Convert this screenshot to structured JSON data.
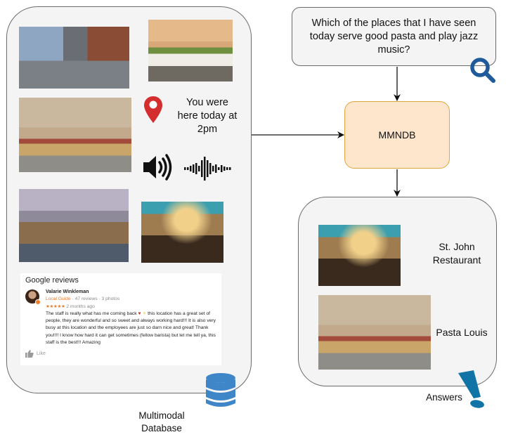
{
  "query": {
    "text": "Which of the places that I have seen today serve good pasta and play jazz music?",
    "icon": "search-icon"
  },
  "engine": {
    "label": "MMNDB"
  },
  "database": {
    "label": "Multimodal Database",
    "icon": "database-icon",
    "photos": [
      {
        "name": "street-with-cars-photo"
      },
      {
        "name": "rome-outdoor-restaurant-photo"
      },
      {
        "name": "pasta-louis-corner-photo"
      },
      {
        "name": "beer-garden-patio-photo"
      },
      {
        "name": "st-john-courtyard-photo"
      }
    ],
    "location": {
      "icon": "location-pin-icon",
      "text": "You were here today at 2pm"
    },
    "audio": {
      "speaker_icon": "speaker-icon",
      "waveform_icon": "waveform-icon"
    },
    "review": {
      "section_title": "Google reviews",
      "reviewer_name": "Valarie Winkleman",
      "badge": "Local Guide",
      "meta": " · 47 reviews · 3 photos",
      "stars": "★★★★★",
      "rating": 5,
      "time": "2 months ago",
      "text_part1": "The staff is really what has me coming back ",
      "emoji_heart": "♥",
      "emoji_sun": "☀",
      "text_part2": " this location has a great set of people, they are wonderful and so sweet and always working hard!!! It is also very busy at this location and the employees are just so darn nice and great! Thank you!!!! I know how hard it can get sometimes (fellow barista) but let me tell ya, this staff is the best!!! Amazing",
      "like_label": "Like"
    }
  },
  "answers": {
    "label": "Answers",
    "icon": "exclamation-icon",
    "results": [
      {
        "name": "St. John Restaurant"
      },
      {
        "name": "Pasta Louis"
      }
    ]
  },
  "colors": {
    "accent_blue": "#1f5a9a",
    "db_blue": "#3f86c8",
    "answer_blue": "#1174a6",
    "pin_red": "#d32d2d",
    "mmndb_fill": "#fde6cc",
    "mmndb_border": "#e0a640"
  }
}
